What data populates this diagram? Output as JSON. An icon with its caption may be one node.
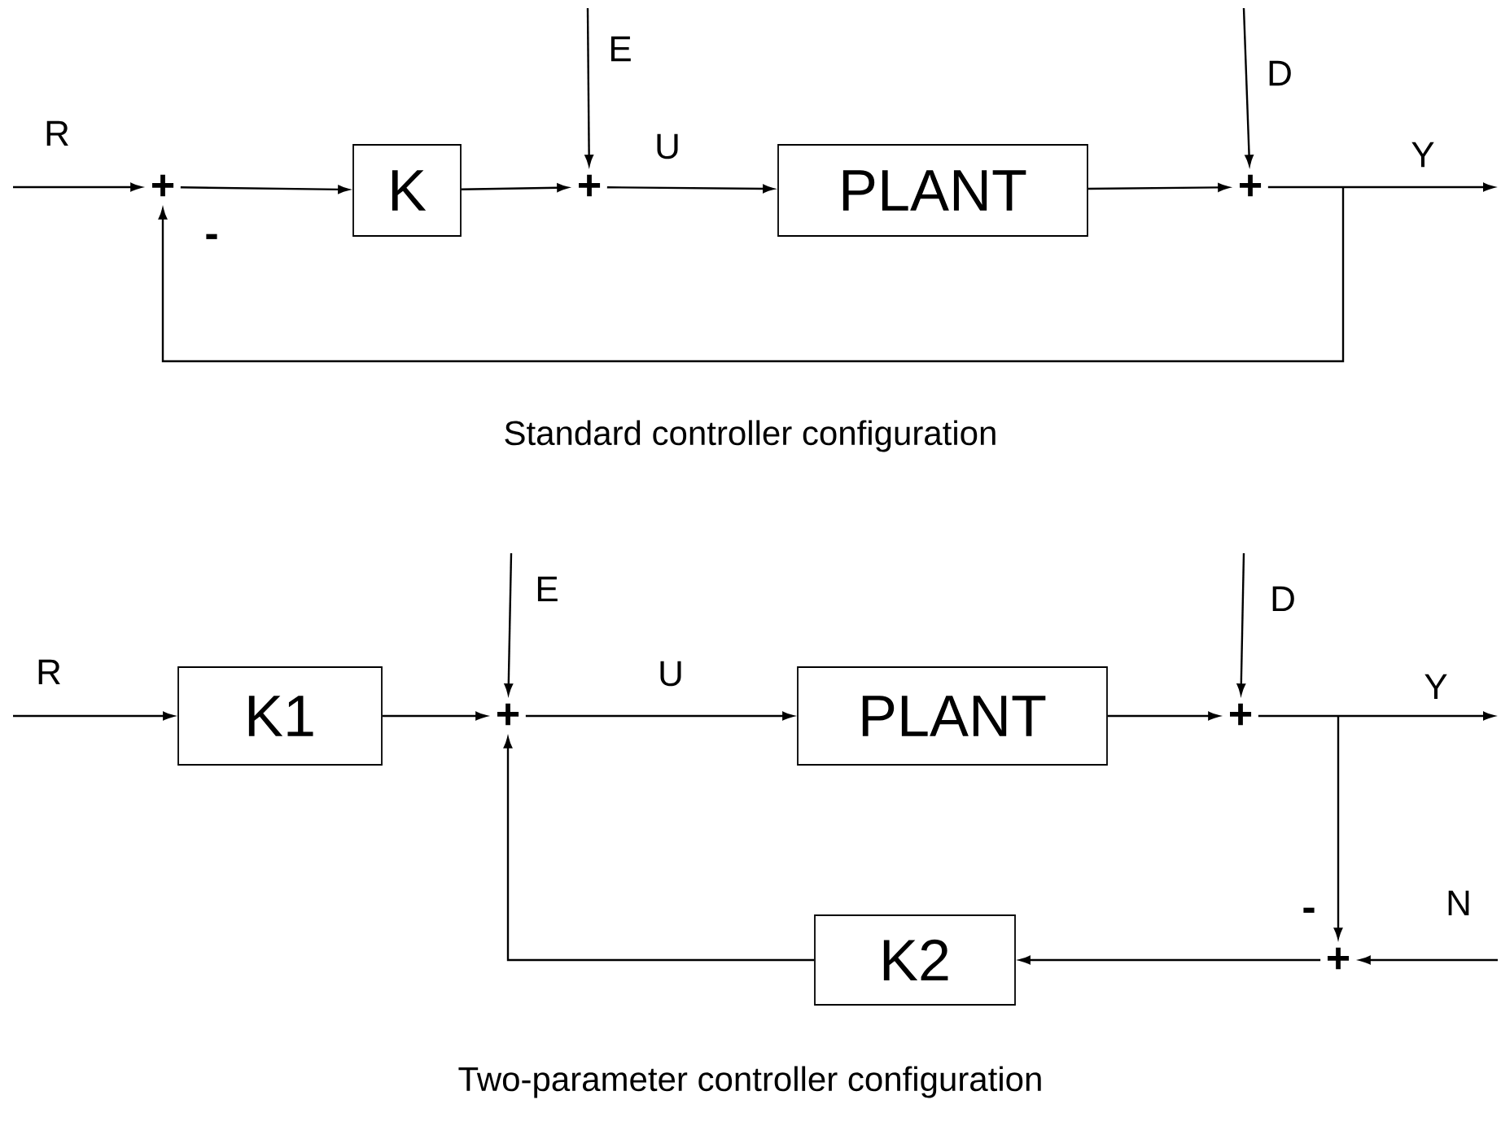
{
  "diagram": {
    "nodes": [
      {
        "text": [
          "+"
        ],
        "beside": [
          "-"
        ]
      },
      {
        "text": [
          "K"
        ]
      },
      {
        "text": [
          "+"
        ]
      },
      {
        "text": [
          "PLANT"
        ]
      },
      {
        "text": [
          "+"
        ]
      },
      {
        "text": [
          "K1"
        ]
      },
      {
        "text": [
          "+"
        ]
      },
      {
        "text": [
          "PLANT"
        ]
      },
      {
        "text": [
          "+"
        ]
      },
      {
        "text": [
          "K2"
        ]
      },
      {
        "text": [
          "+"
        ],
        "beside": [
          "-"
        ]
      }
    ],
    "edges": [
      {
        "from": null,
        "to": 0,
        "arrow": "to",
        "label": "R"
      },
      {
        "from": 0,
        "to": 1,
        "arrow": "to"
      },
      {
        "from": 1,
        "to": 2,
        "arrow": "to"
      },
      {
        "from": null,
        "to": 2,
        "arrow": "to",
        "label": "E"
      },
      {
        "from": 2,
        "to": 3,
        "arrow": "to",
        "label": "U"
      },
      {
        "from": 3,
        "to": 4,
        "arrow": "to"
      },
      {
        "from": null,
        "to": 4,
        "arrow": "to",
        "label": "D"
      },
      {
        "from": 4,
        "to": null,
        "arrow": "to",
        "label": "Y"
      },
      {
        "from": 4,
        "to": 0,
        "arrow": "to"
      },
      {
        "from": null,
        "to": 5,
        "arrow": "to",
        "label": "R"
      },
      {
        "from": 5,
        "to": 6,
        "arrow": "to"
      },
      {
        "from": null,
        "to": 6,
        "arrow": "to",
        "label": "E"
      },
      {
        "from": 6,
        "to": 7,
        "arrow": "to",
        "label": "U"
      },
      {
        "from": 7,
        "to": 8,
        "arrow": "to"
      },
      {
        "from": null,
        "to": 8,
        "arrow": "to",
        "label": "D"
      },
      {
        "from": 8,
        "to": null,
        "arrow": "to",
        "label": "Y"
      },
      {
        "from": 8,
        "to": 10,
        "arrow": "to"
      },
      {
        "from": null,
        "to": 10,
        "arrow": "to",
        "label": "N"
      },
      {
        "from": 10,
        "to": 9,
        "arrow": "to"
      },
      {
        "from": 9,
        "to": 6,
        "arrow": "to"
      }
    ],
    "labels": [
      "Standard controller configuration",
      "Two-parameter controller configuration"
    ]
  }
}
